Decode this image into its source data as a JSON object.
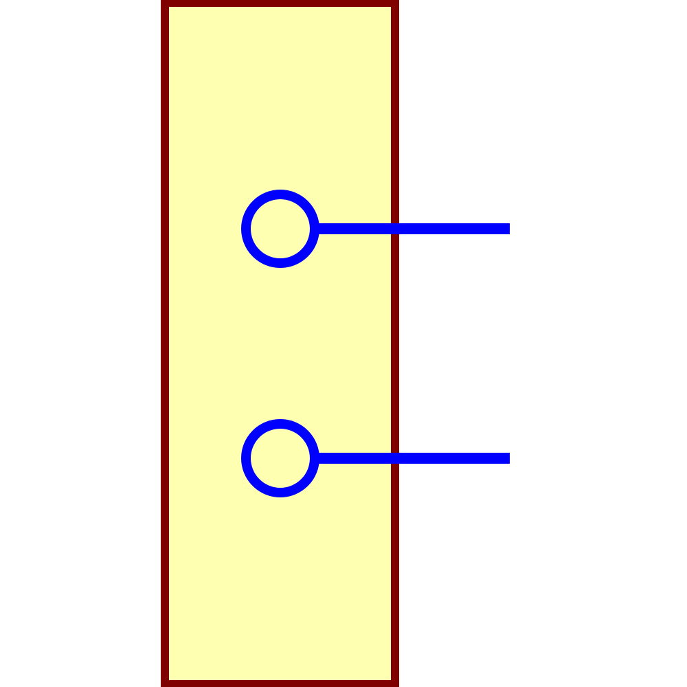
{
  "diagram": {
    "component": {
      "kind": "connector-body",
      "fill_color": "#FFFFB2",
      "stroke_color": "#800000"
    },
    "pins": [
      {
        "kind": "pin-contact-circle",
        "color": "#0000FF"
      },
      {
        "kind": "pin-contact-circle",
        "color": "#0000FF"
      }
    ]
  }
}
